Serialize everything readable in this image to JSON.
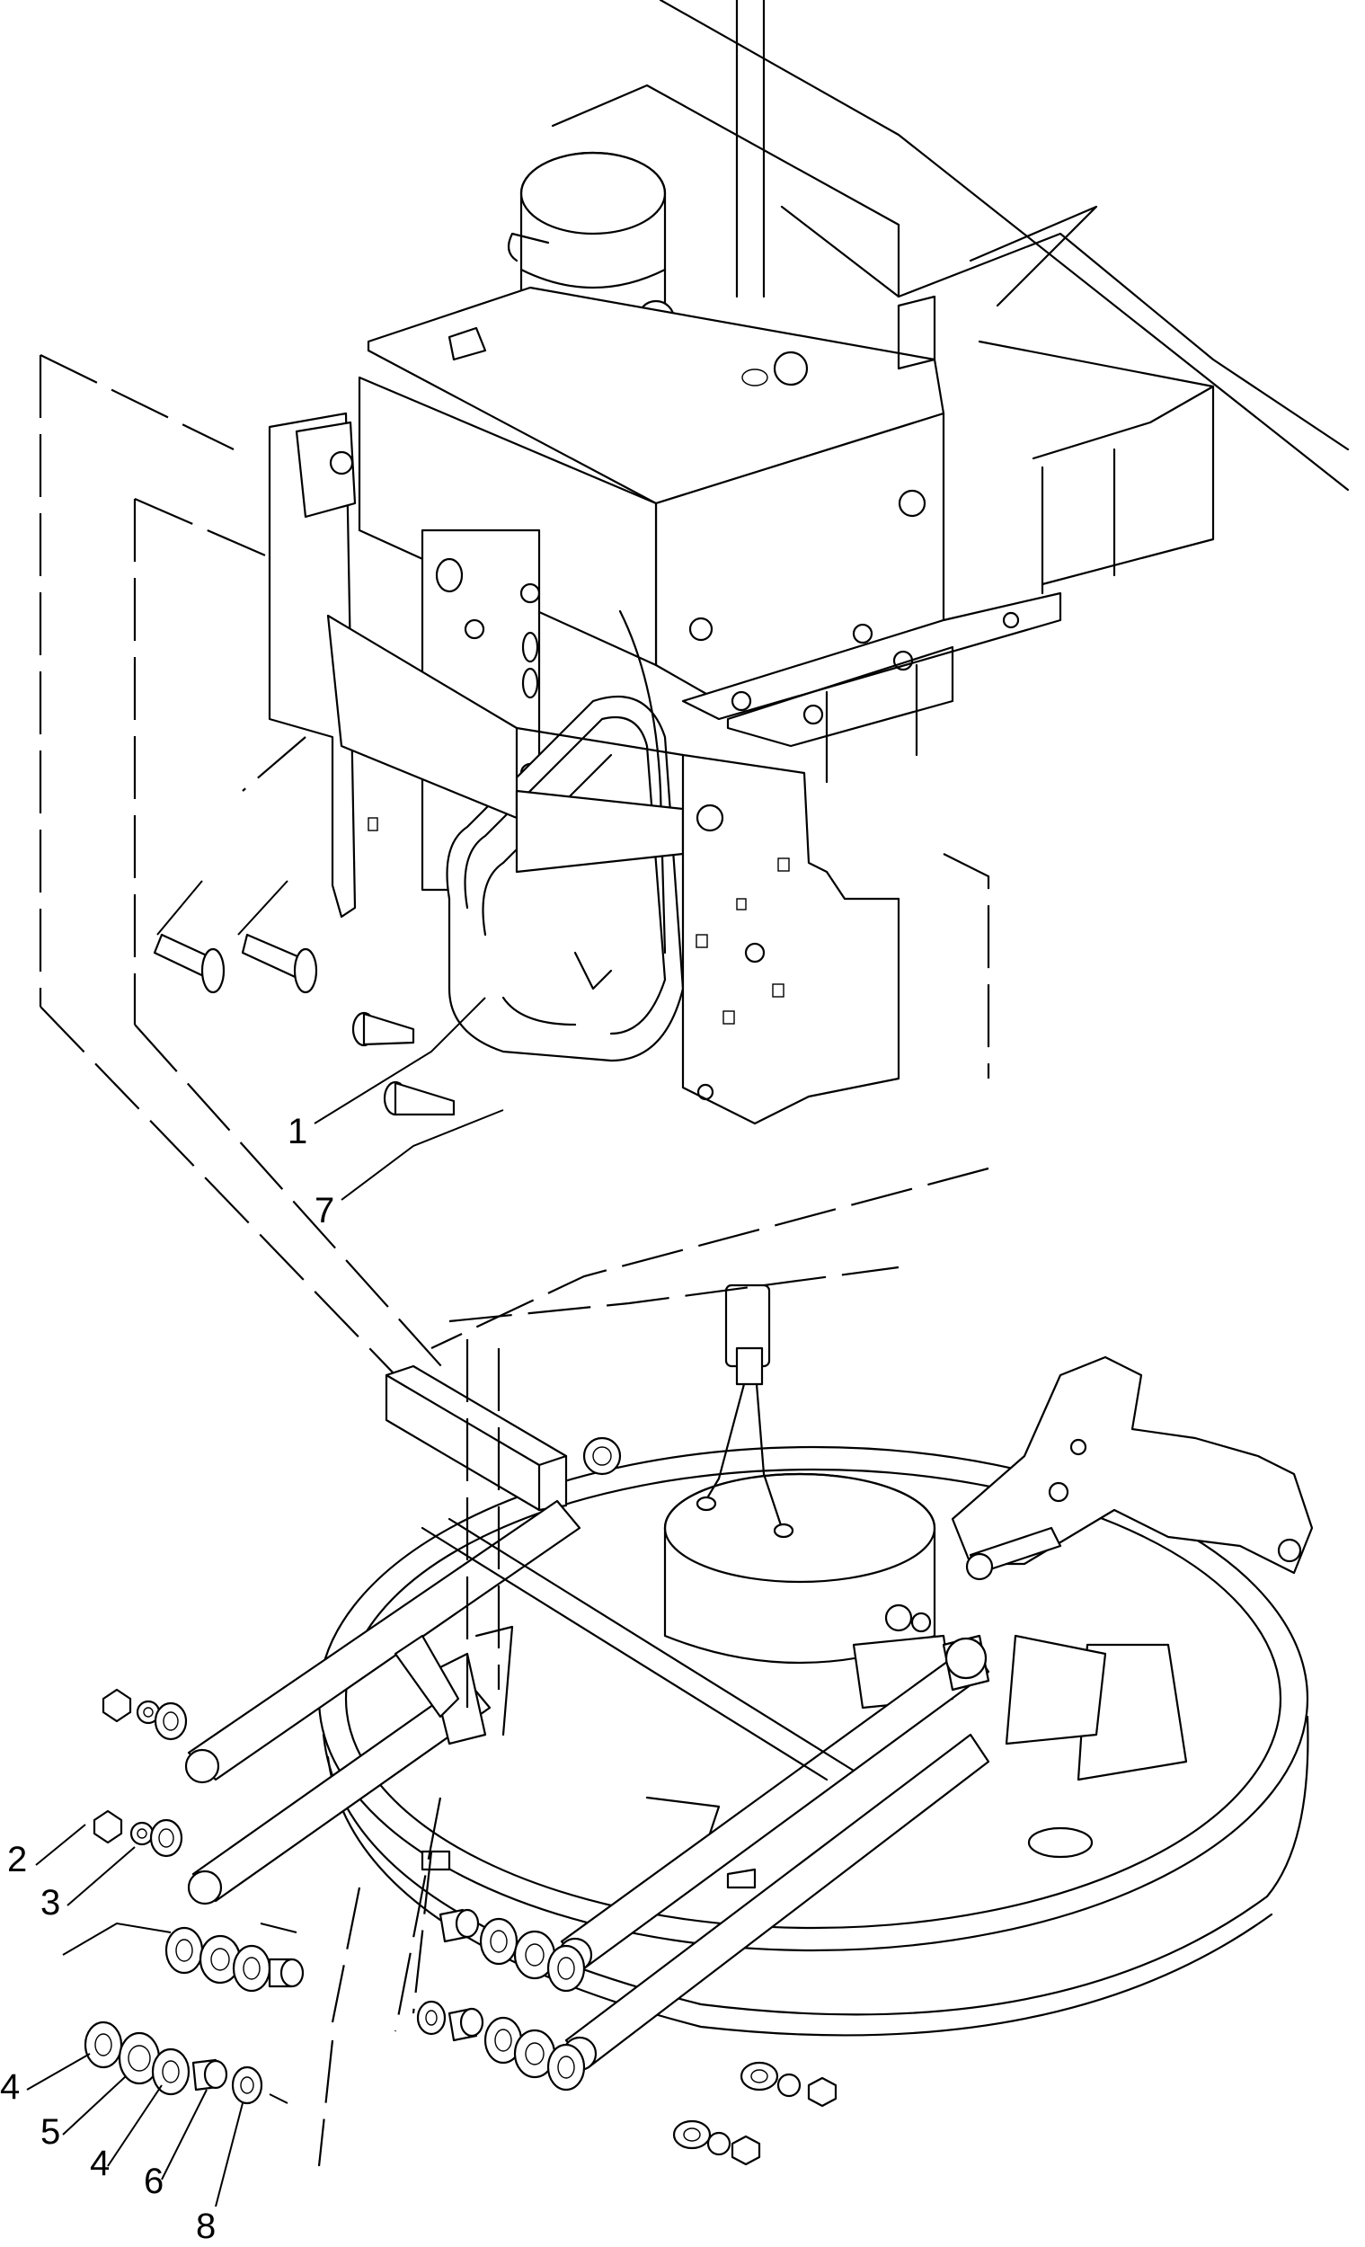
{
  "callouts": {
    "c1": "1",
    "c7": "7",
    "c2": "2",
    "c3": "3",
    "c4a": "4",
    "c5": "5",
    "c4b": "4",
    "c6": "6",
    "c8": "8"
  }
}
